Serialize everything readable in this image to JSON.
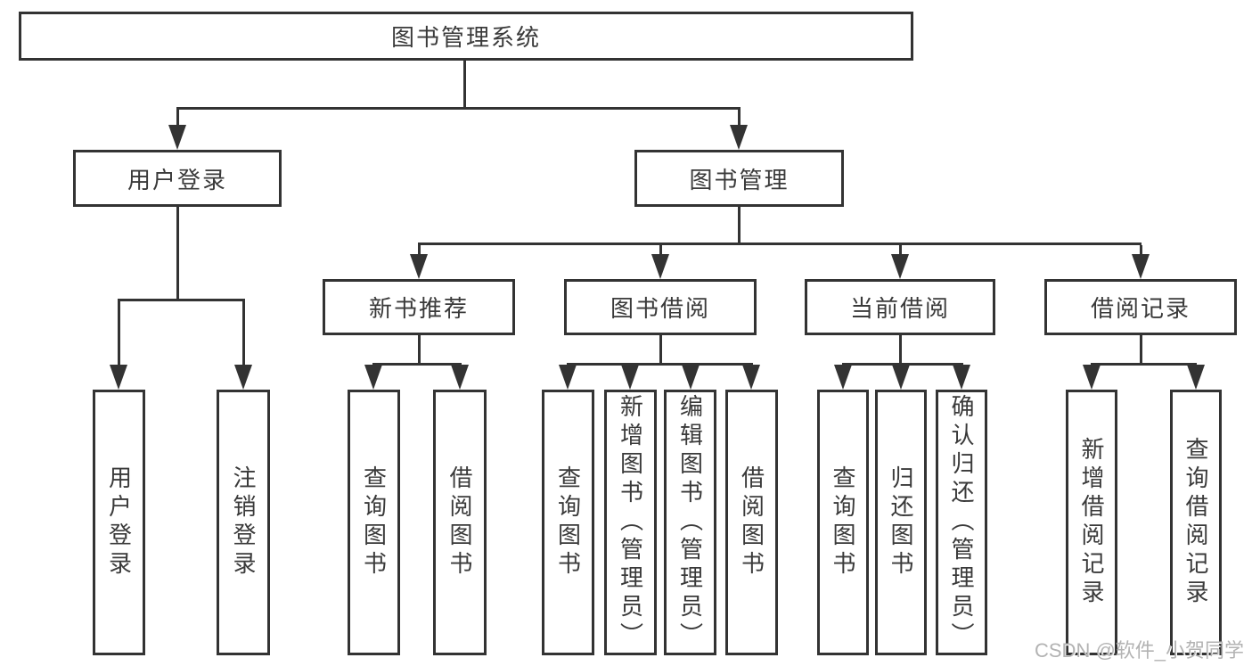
{
  "tree": {
    "label": "图书管理系统",
    "children": [
      {
        "label": "用户登录",
        "children": [
          {
            "label": "用户登录"
          },
          {
            "label": "注销登录"
          }
        ]
      },
      {
        "label": "图书管理",
        "children": [
          {
            "label": "新书推荐",
            "children": [
              {
                "label": "查询图书"
              },
              {
                "label": "借阅图书"
              }
            ]
          },
          {
            "label": "图书借阅",
            "children": [
              {
                "label": "查询图书"
              },
              {
                "label": "新增图书（管理员）"
              },
              {
                "label": "编辑图书（管理员）"
              },
              {
                "label": "借阅图书"
              }
            ]
          },
          {
            "label": "当前借阅",
            "children": [
              {
                "label": "查询图书"
              },
              {
                "label": "归还图书"
              },
              {
                "label": "确认归还（管理员）"
              }
            ]
          },
          {
            "label": "借阅记录",
            "children": [
              {
                "label": "新增借阅记录"
              },
              {
                "label": "查询借阅记录"
              }
            ]
          }
        ]
      }
    ]
  },
  "watermark": {
    "text": "CSDN @软件_小贺同学"
  },
  "colors": {
    "line": "#333333",
    "text": "#3a3a3a",
    "watermark": "#b3b3b3",
    "background": "#ffffff"
  }
}
